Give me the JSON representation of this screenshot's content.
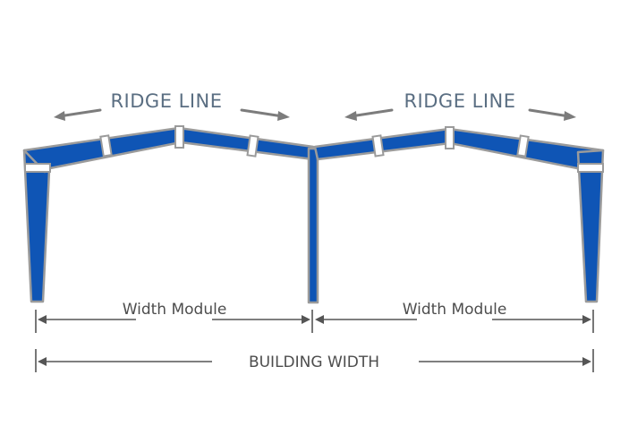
{
  "labels": {
    "ridge_left": "RIDGE LINE",
    "ridge_right": "RIDGE LINE",
    "width_module_left": "Width Module",
    "width_module_right": "Width Module",
    "building_width": "BUILDING WIDTH"
  },
  "colors": {
    "steel": "#0f55b5",
    "outline": "#9b9b9b",
    "ridge_text": "#5a6e82",
    "dimension": "#555555"
  }
}
